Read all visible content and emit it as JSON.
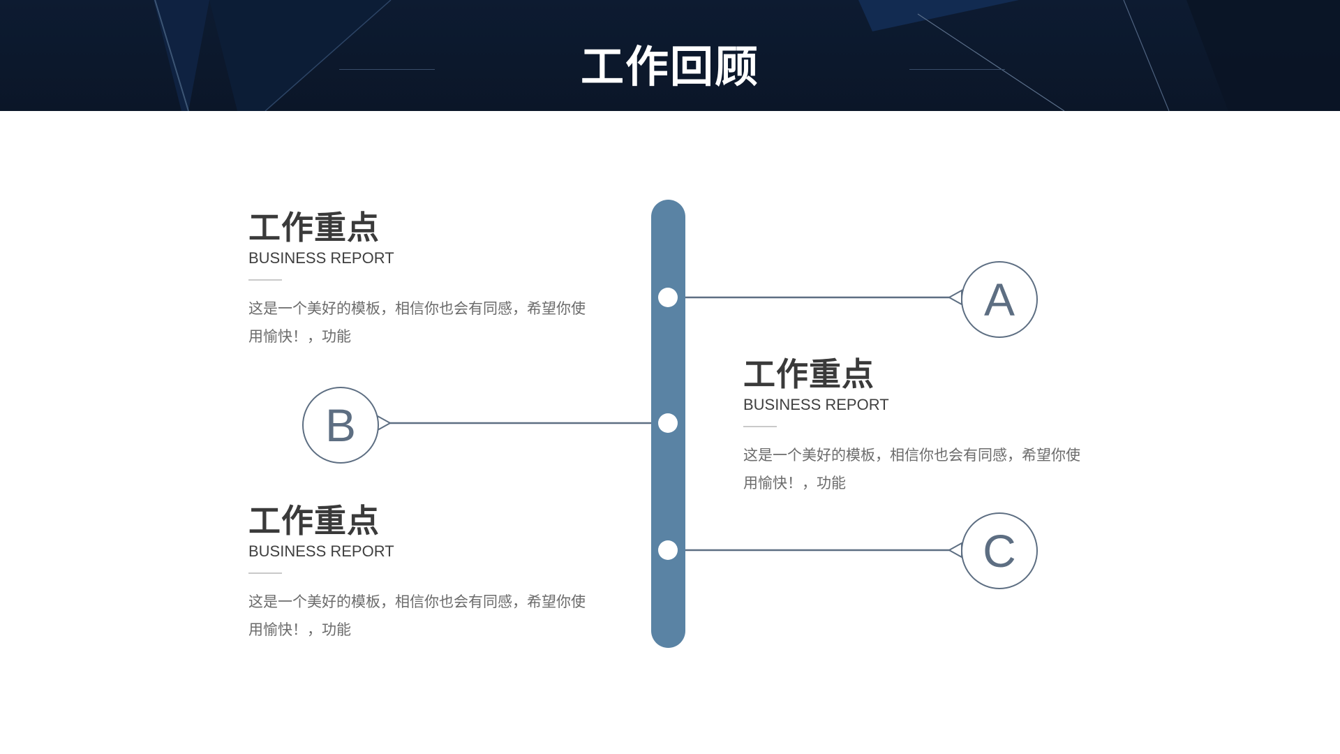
{
  "header": {
    "title": "工作回顾"
  },
  "diagram": {
    "colors": {
      "spine": "#5a83a4",
      "connector": "#5d6e82",
      "banner": "#0d1b31"
    },
    "badges": [
      {
        "letter": "A"
      },
      {
        "letter": "B"
      },
      {
        "letter": "C"
      }
    ],
    "blocks": [
      {
        "heading": "工作重点",
        "subheading": "BUSINESS REPORT",
        "body": "这是一个美好的模板，相信你也会有同感，希望你使用愉快！，功能"
      },
      {
        "heading": "工作重点",
        "subheading": "BUSINESS REPORT",
        "body": "这是一个美好的模板，相信你也会有同感，希望你使用愉快！，功能"
      },
      {
        "heading": "工作重点",
        "subheading": "BUSINESS REPORT",
        "body": "这是一个美好的模板，相信你也会有同感，希望你使用愉快！，功能"
      }
    ]
  }
}
